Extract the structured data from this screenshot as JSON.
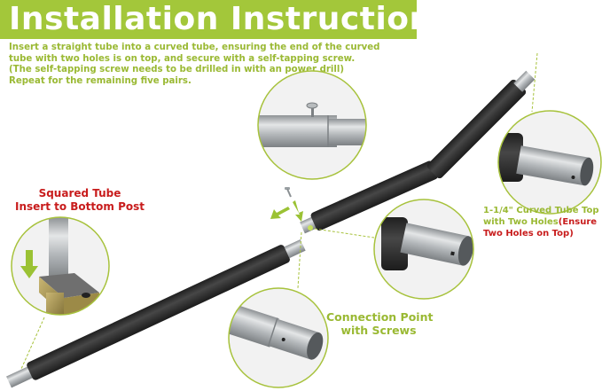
{
  "header": {
    "title": "Installation Instruction"
  },
  "instructions": {
    "lines": [
      "Insert a straight tube into a curved tube, ensuring the end of the curved",
      "tube with two holes is on top, and secure with a self-tapping screw.",
      "(The self-tapping screw needs to be drilled in with an power drill)",
      "Repeat for the remaining five pairs."
    ]
  },
  "callouts": {
    "squared_tube": {
      "line1": "Squared Tube",
      "line2": "Insert to Bottom Post"
    },
    "curved_tube_top": {
      "line1": "1-1/4\" Curved Tube Top",
      "line2_green": "with Two Holes",
      "line2_red": "(Ensure",
      "line3_red": "Two Holes on Top)"
    },
    "connection_point": {
      "line1": "Connection Point",
      "line2": "with Screws"
    }
  },
  "colors": {
    "brand_green": "#a3c73a",
    "text_green": "#9ab933",
    "accent_red": "#c81c1c",
    "foam_black": "#2e2e2e",
    "steel": "#b9bcbe"
  }
}
